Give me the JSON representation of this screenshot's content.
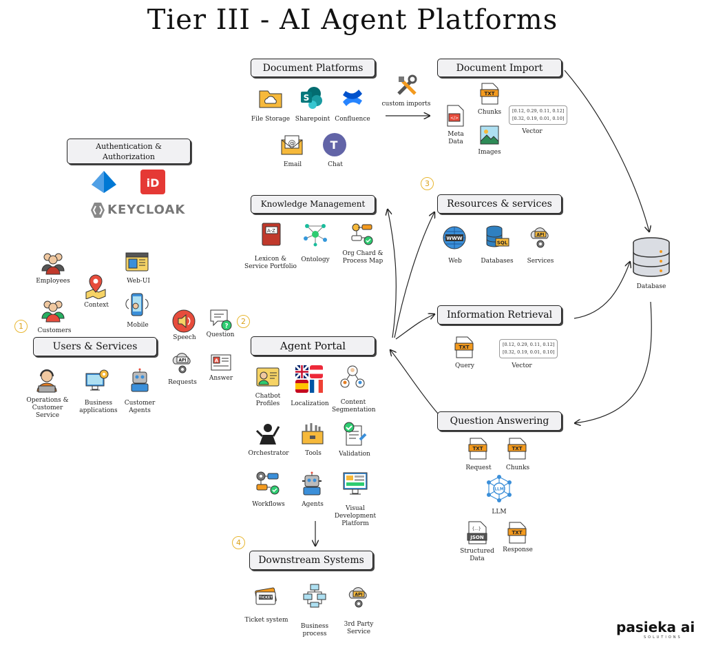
{
  "title": "Tier III - AI Agent Platforms",
  "boxes": {
    "document_platforms": "Document Platforms",
    "document_import": "Document Import",
    "auth": "Authentication & Authorization",
    "knowledge_management": "Knowledge Management",
    "resources_services": "Resources & services",
    "information_retrieval": "Information Retrieval",
    "users_services": "Users & Services",
    "agent_portal": "Agent Portal",
    "question_answering": "Question Answering",
    "downstream_systems": "Downstream Systems"
  },
  "numbers": [
    "1",
    "2",
    "3",
    "4"
  ],
  "document_platforms": {
    "file_storage": "File Storage",
    "sharepoint": "Sharepoint",
    "confluence": "Confluence",
    "email": "Email",
    "chat": "Chat",
    "custom_imports": "custom imports"
  },
  "document_import": {
    "chunks": "Chunks",
    "meta_data": "Meta Data",
    "images": "Images",
    "vector": "Vector",
    "vector_line1": "[0.12, 0.29, 0.11, 0.12]",
    "vector_line2": "[0.32, 0.19, 0.01, 0.10]"
  },
  "auth": {
    "keycloak": "KEYCLOAK"
  },
  "knowledge_management": {
    "lexicon": "Lexicon & Service Portfolio",
    "ontology": "Ontology",
    "org_chart": "Org Chard & Process Map"
  },
  "resources": {
    "web": "Web",
    "databases": "Databases",
    "services": "Services"
  },
  "database": "Database",
  "information_retrieval": {
    "query": "Query",
    "vector": "Vector",
    "vector_line1": "[0.12, 0.29, 0.11, 0.12]",
    "vector_line2": "[0.32, 0.19, 0.01, 0.10]"
  },
  "users": {
    "employees": "Employees",
    "customers": "Customers",
    "context": "Context",
    "web_ui": "Web-UI",
    "mobile": "Mobile",
    "operations": "Operations & Customer Service",
    "business_applications": "Business applications",
    "customer_agents": "Customer Agents"
  },
  "channels": {
    "speech": "Speech",
    "question": "Question",
    "requests": "Requests",
    "answer": "Answer"
  },
  "agent_portal": {
    "chatbot_profiles": "Chatbot Profiles",
    "localization": "Localization",
    "content_segmentation": "Content Segmentation",
    "orchestrator": "Orchestrator",
    "tools": "Tools",
    "validation": "Validation",
    "workflows": "Workflows",
    "agents": "Agents",
    "visual_dev": "Visual Development Platform"
  },
  "question_answering": {
    "request": "Request",
    "chunks": "Chunks",
    "llm": "LLM",
    "structured_data": "Structured Data",
    "response": "Response"
  },
  "downstream": {
    "ticket_system": "Ticket system",
    "business_process": "Business process",
    "third_party": "3rd Party Service"
  },
  "brand": {
    "name": "pasieka ai",
    "sub": "SOLUTIONS"
  },
  "icons": {
    "txt": "txt-file-icon",
    "folder": "folder-cloud-icon",
    "sharepoint": "sharepoint-icon",
    "confluence": "confluence-icon",
    "email": "email-icon",
    "teams": "teams-chat-icon",
    "llm": "llm-network-icon",
    "json": "json-file-icon",
    "database": "database-icon"
  },
  "colors": {
    "accent_orange": "#f39a1e",
    "box_fill": "#f1f1f3",
    "number_circle": "#e8b630"
  }
}
